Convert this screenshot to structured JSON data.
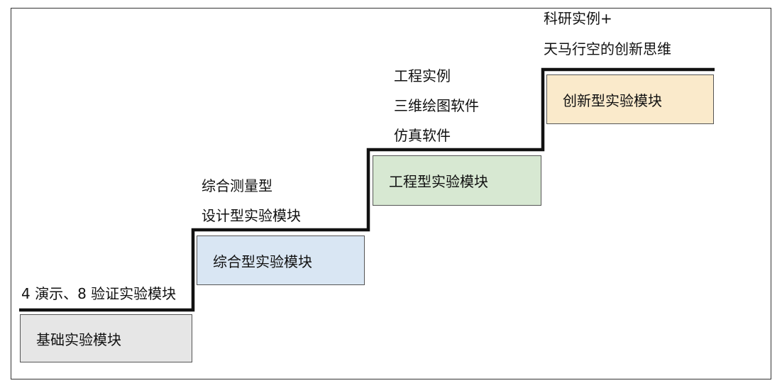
{
  "steps": [
    {
      "box_label": "基础实验模块",
      "box_color": "#e6e6e6",
      "desc": [
        "4 演示、8 验证实验模块"
      ]
    },
    {
      "box_label": "综合型实验模块",
      "box_color": "#d9e6f3",
      "desc": [
        "综合测量型",
        "设计型实验模块"
      ]
    },
    {
      "box_label": "工程型实验模块",
      "box_color": "#d7e8d2",
      "desc": [
        "工程实例",
        "三维绘图软件",
        "仿真软件"
      ]
    },
    {
      "box_label": "创新型实验模块",
      "box_color": "#faeacb",
      "desc": [
        "科研实例+",
        "天马行空的创新思维"
      ]
    }
  ]
}
